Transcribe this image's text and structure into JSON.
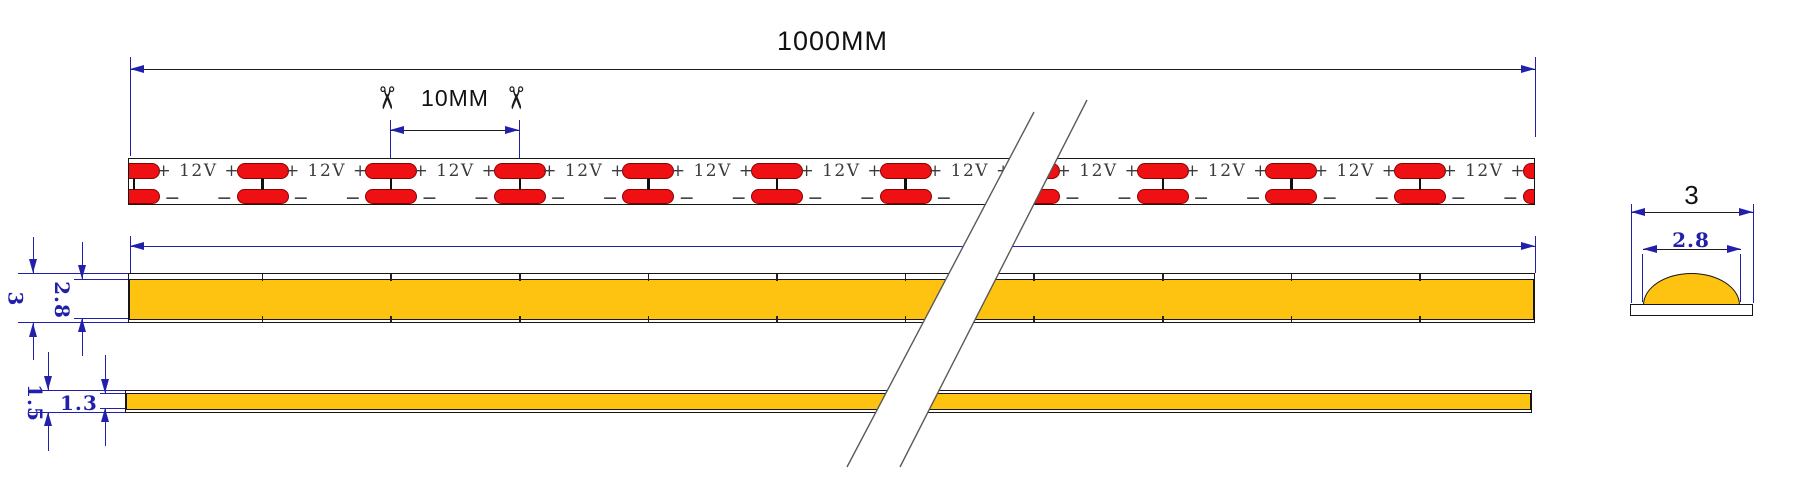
{
  "dims": {
    "total_length": "1000MM",
    "cut_interval": "10MM",
    "side_view_outer_height": "3",
    "side_view_inner_height": "2.8",
    "thin_view_outer_height": "1.5",
    "thin_view_inner_height": "1.3",
    "cross_section_outer_width": "3",
    "cross_section_inner_width": "2.8"
  },
  "strip": {
    "segments": 11,
    "pads": 12,
    "positive_label": "+ 12V +",
    "negative_label": "−"
  },
  "icons": {
    "scissors": "✂"
  },
  "colors": {
    "pad_red": "#ee1013",
    "phosphor_yellow": "#fec211",
    "dim_navy": "#2220aa",
    "line_dark": "#1c1c1c",
    "break_line_gray": "#5a5a5a"
  }
}
